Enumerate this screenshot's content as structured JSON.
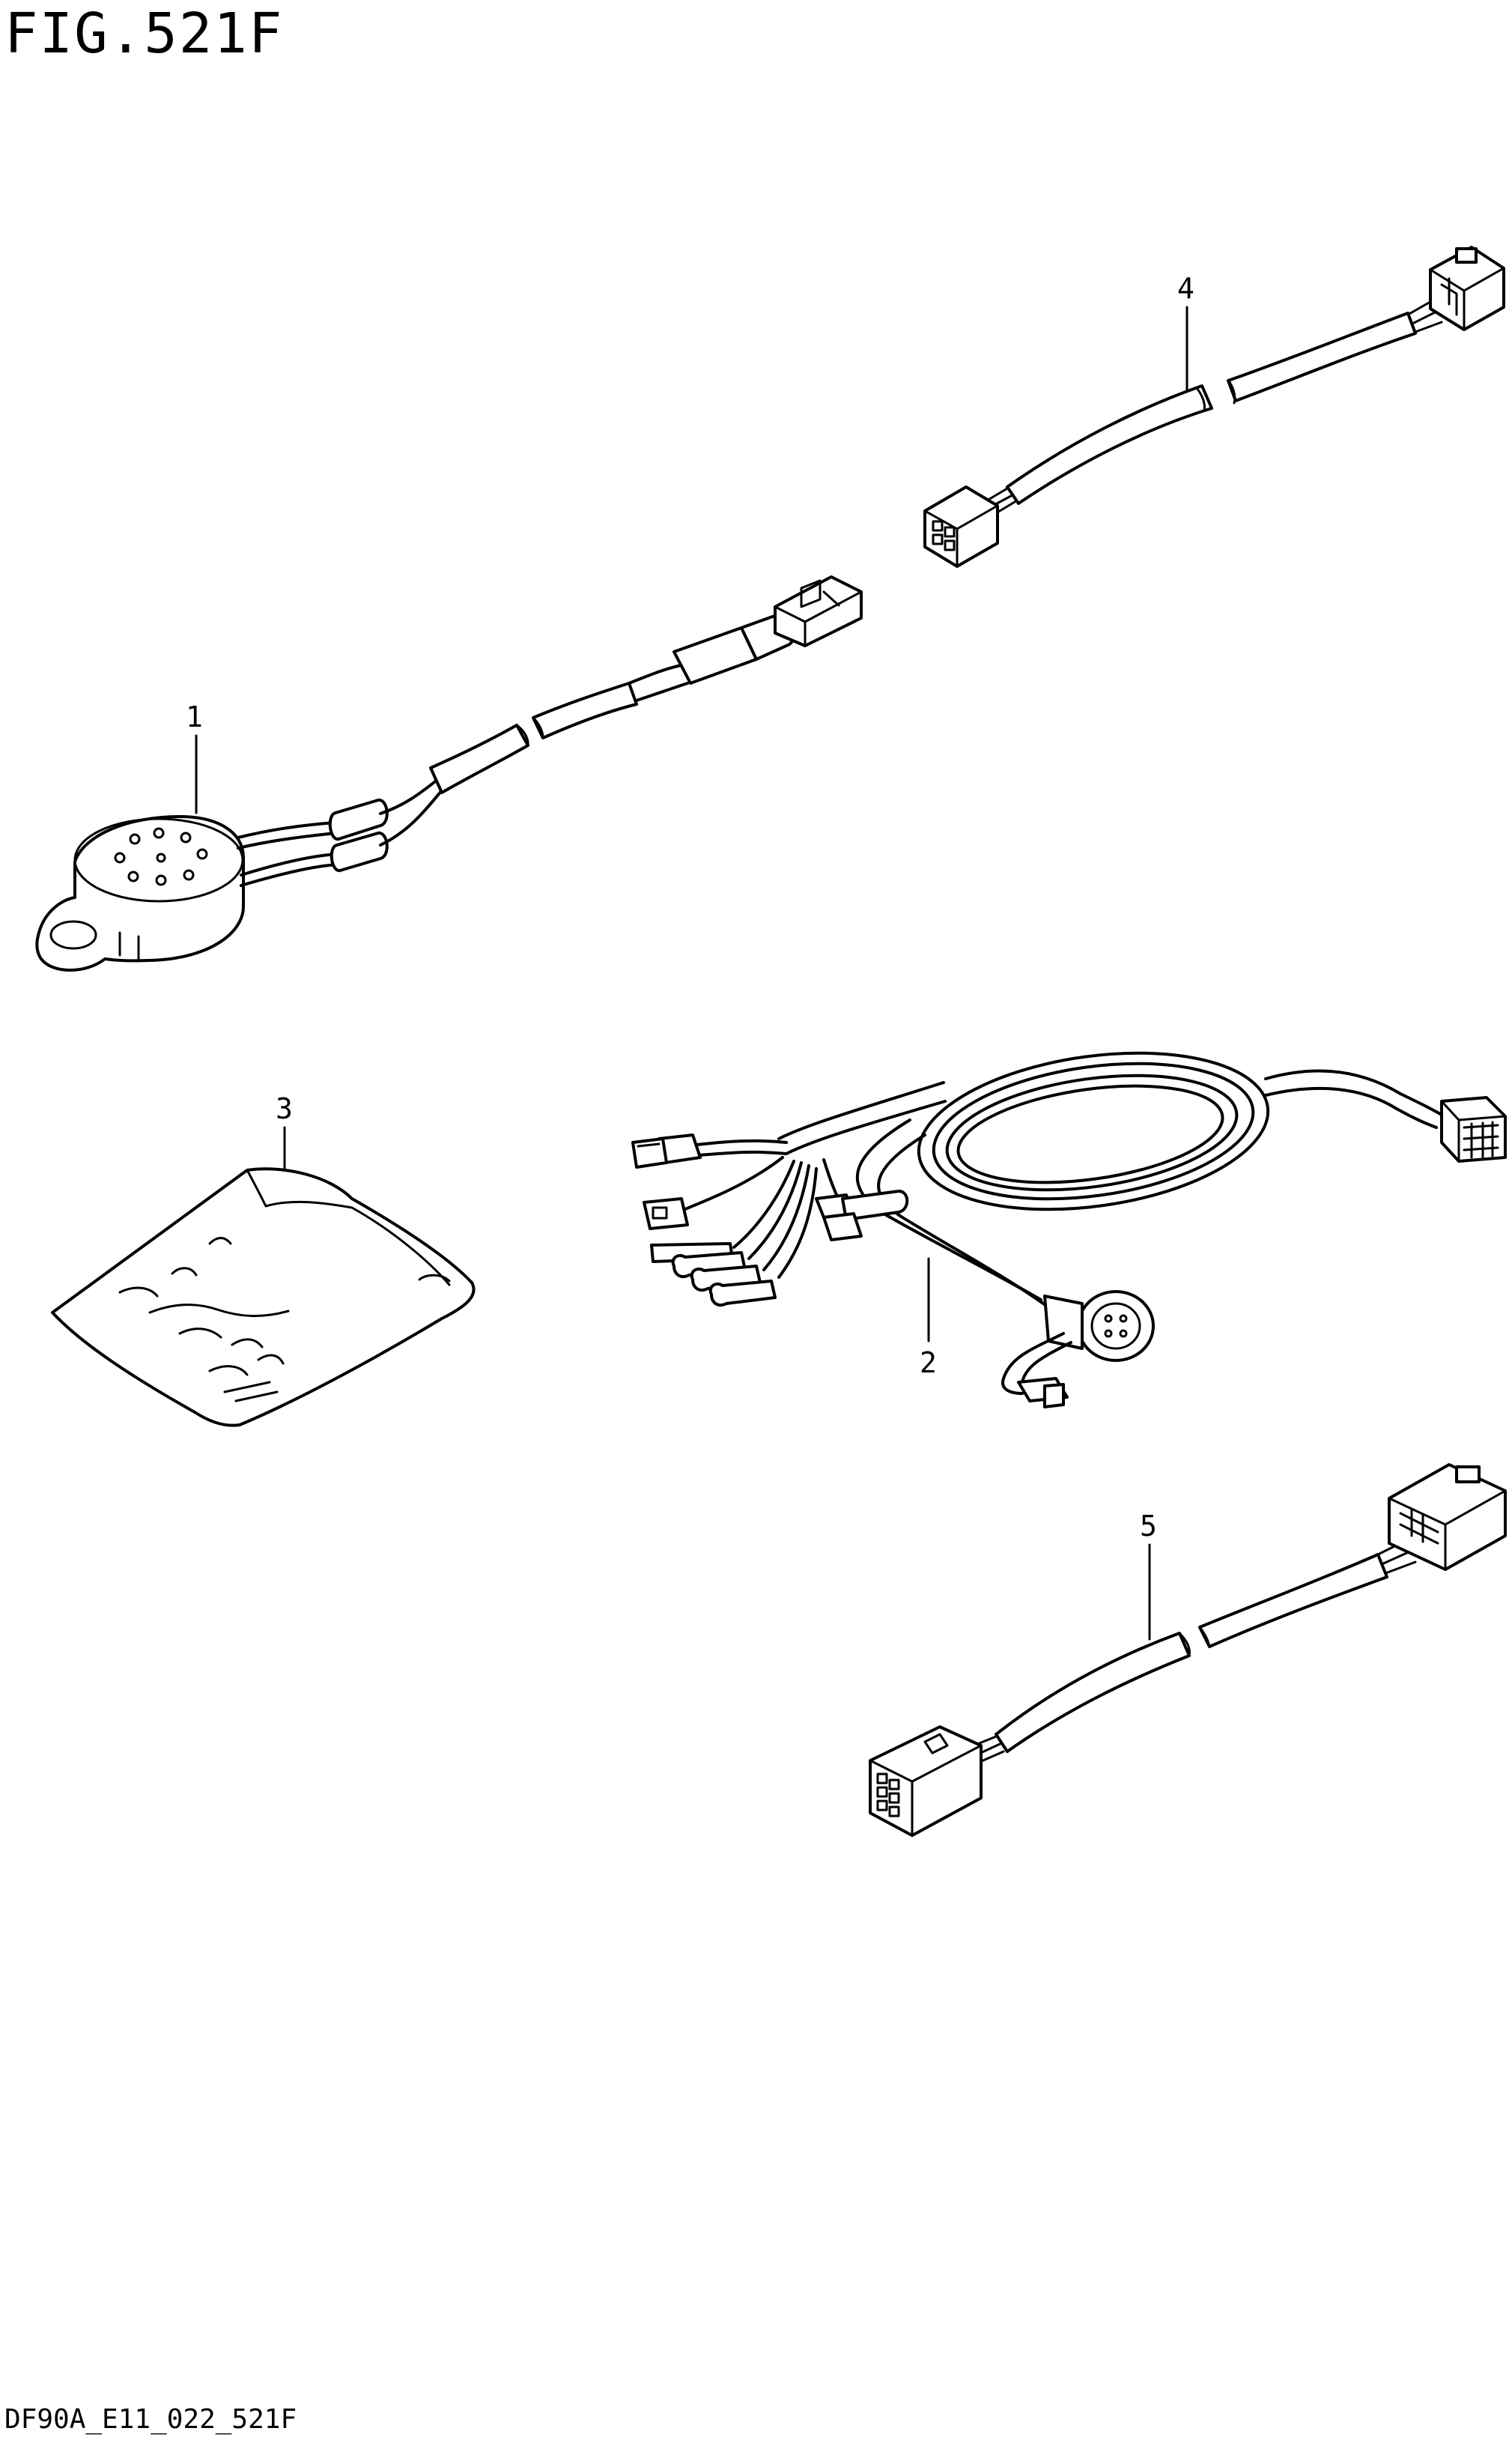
{
  "figure": {
    "title": "FIG.521F",
    "code": "DF90A_E11_022_521F"
  },
  "parts": [
    {
      "callout": "1",
      "icon": "buzzer-harness-icon"
    },
    {
      "callout": "2",
      "icon": "main-wiring-harness-icon"
    },
    {
      "callout": "3",
      "icon": "parts-bag-icon"
    },
    {
      "callout": "4",
      "icon": "extension-harness-6pin-icon"
    },
    {
      "callout": "5",
      "icon": "extension-harness-10pin-icon"
    }
  ]
}
